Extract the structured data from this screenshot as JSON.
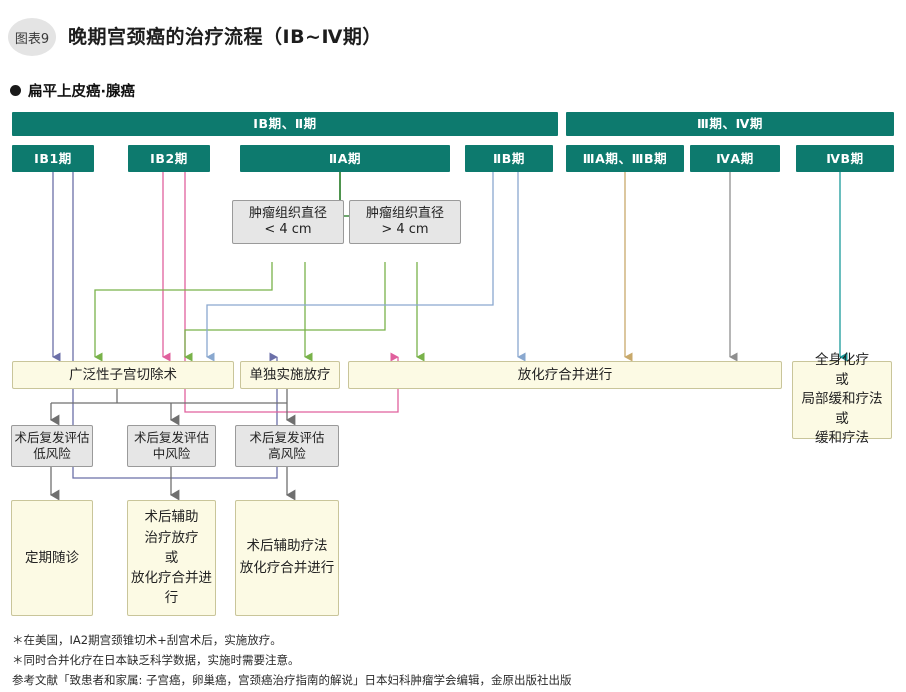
{
  "header": {
    "figure_badge": "图表9",
    "title": "晚期宫颈癌的治疗流程（ⅠB~Ⅳ期）",
    "subtitle": "扁平上皮癌·腺癌"
  },
  "colors": {
    "teal": "#0d7a6e",
    "grey_box_bg": "#e6e6e6",
    "cream_box_bg": "#fcfae4",
    "arrow_blue_purple": "#6b6fa8",
    "arrow_green": "#79b24a",
    "arrow_pink": "#e0609d",
    "arrow_light_blue": "#8aa8cf",
    "arrow_tan": "#c8a96b",
    "arrow_grey": "#8f8f8f",
    "arrow_teal": "#1a9a9a"
  },
  "group_headers": [
    {
      "id": "grp-1",
      "label": "ⅠB期、Ⅱ期"
    },
    {
      "id": "grp-2",
      "label": "Ⅲ期、Ⅳ期"
    }
  ],
  "stages": [
    {
      "id": "ib1",
      "label": "ⅠB1期"
    },
    {
      "id": "ib2",
      "label": "ⅠB2期"
    },
    {
      "id": "iia",
      "label": "ⅡA期"
    },
    {
      "id": "iib",
      "label": "ⅡB期"
    },
    {
      "id": "iiia",
      "label": "ⅢA期、ⅢB期"
    },
    {
      "id": "iva",
      "label": "ⅣA期"
    },
    {
      "id": "ivb",
      "label": "ⅣB期"
    }
  ],
  "decisions": [
    {
      "id": "tumor-lt4",
      "label": "肿瘤组织直径\n< 4 cm"
    },
    {
      "id": "tumor-gt4",
      "label": "肿瘤组织直径\n> 4 cm"
    }
  ],
  "treatments": [
    {
      "id": "radical-hysterectomy",
      "label": "广泛性子宫切除术"
    },
    {
      "id": "radiotherapy-alone",
      "label": "单独实施放疗"
    },
    {
      "id": "chemoradiation",
      "label": "放化疗合并进行"
    },
    {
      "id": "systemic-palliative",
      "label": "全身化疗\n或\n局部缓和疗法\n或\n缓和疗法"
    }
  ],
  "risk_assessments": [
    {
      "id": "risk-low",
      "label": "术后复发评估\n低风险"
    },
    {
      "id": "risk-mid",
      "label": "术后复发评估\n中风险"
    },
    {
      "id": "risk-high",
      "label": "术后复发评估\n高风险"
    }
  ],
  "outcomes": [
    {
      "id": "followup",
      "label": "定期随诊"
    },
    {
      "id": "adjuvant-rt",
      "label": "术后辅助\n治疗放疗\n或\n放化疗合并进行"
    },
    {
      "id": "adjuvant-crt",
      "label": "术后辅助疗法\n放化疗合并进行"
    }
  ],
  "footnotes": [
    "＊在美国，ⅠA2期宫颈锥切术+刮宫术后，实施放疗。",
    "＊同时合并化疗在日本缺乏科学数据，实施时需要注意。"
  ],
  "reference": "参考文献「致患者和家属: 子宫癌，卵巢癌，宫颈癌治疗指南的解说」日本妇科肿瘤学会编辑，金原出版社出版"
}
